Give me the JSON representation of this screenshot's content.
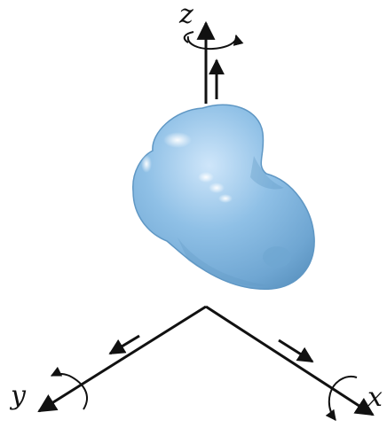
{
  "axes": {
    "z_label": "z",
    "y_label": "y",
    "x_label": "x"
  },
  "colors": {
    "axis": "#111111",
    "blob_fill": "#8fc0e6",
    "blob_shadow": "#5f97c4",
    "blob_highlight": "#e6f4ff"
  }
}
